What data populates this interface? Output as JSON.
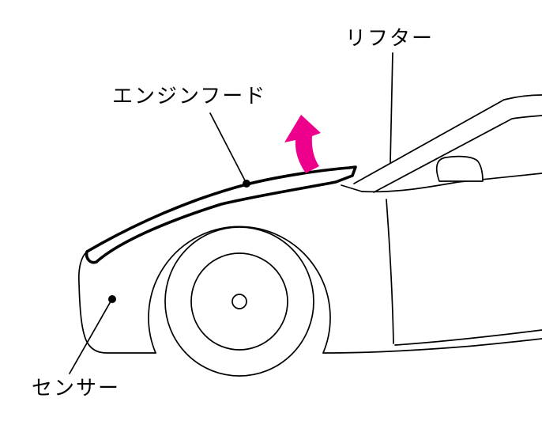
{
  "figure": {
    "type": "automotive-owner-manual-illustration",
    "subject": "pop-up engine hood (active hood lifter) system on car front end, side view",
    "labels": {
      "lifter": "リフター",
      "engine_hood": "エンジンフード",
      "sensor": "センサー"
    },
    "arrow": {
      "meaning": "hood rear edge lifts upward"
    },
    "colors": {
      "line": "#000000",
      "arrow": "#EC008C",
      "background": "#ffffff"
    }
  }
}
